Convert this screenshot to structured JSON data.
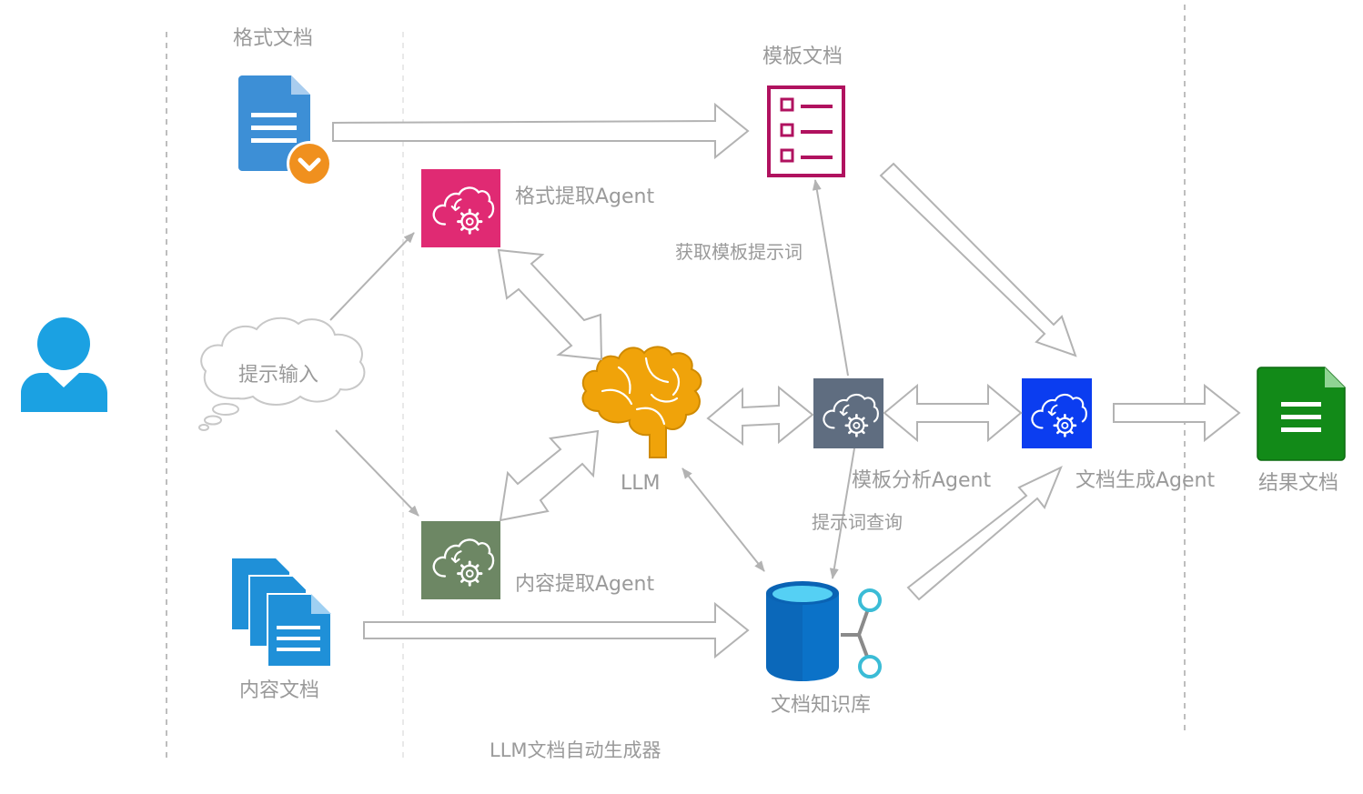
{
  "diagram": {
    "title": "LLM文档自动生成器",
    "nodes": {
      "format_doc": "格式文档",
      "template_doc": "模板文档",
      "format_agent": "格式提取Agent",
      "prompt_input": "提示输入",
      "llm": "LLM",
      "template_agent": "模板分析Agent",
      "docgen_agent": "文档生成Agent",
      "result_doc": "结果文档",
      "content_agent": "内容提取Agent",
      "content_doc": "内容文档",
      "knowledge_base": "文档知识库"
    },
    "edges": {
      "get_template_prompt": "获取模板提示词",
      "prompt_query": "提示词查询"
    },
    "colors": {
      "user": "#1ba1e2",
      "format_doc": "#3d8fd6",
      "check_badge": "#f0901e",
      "template_doc": "#b0125f",
      "format_agent": "#e02a73",
      "llm": "#f0a30a",
      "template_agent": "#5f6d80",
      "docgen_agent": "#0b3df0",
      "content_agent": "#6d8764",
      "content_doc": "#1f90d8",
      "result_doc": "#128a18",
      "knowledge_base": "#0b72c8",
      "arrow": "#b3b3b3",
      "label": "#9a9a9a"
    },
    "icons": [
      "user-icon",
      "document-check-icon",
      "checklist-icon",
      "cloud-gear-icon",
      "brain-icon",
      "documents-icon",
      "database-icon",
      "document-icon",
      "thought-cloud-icon"
    ]
  }
}
